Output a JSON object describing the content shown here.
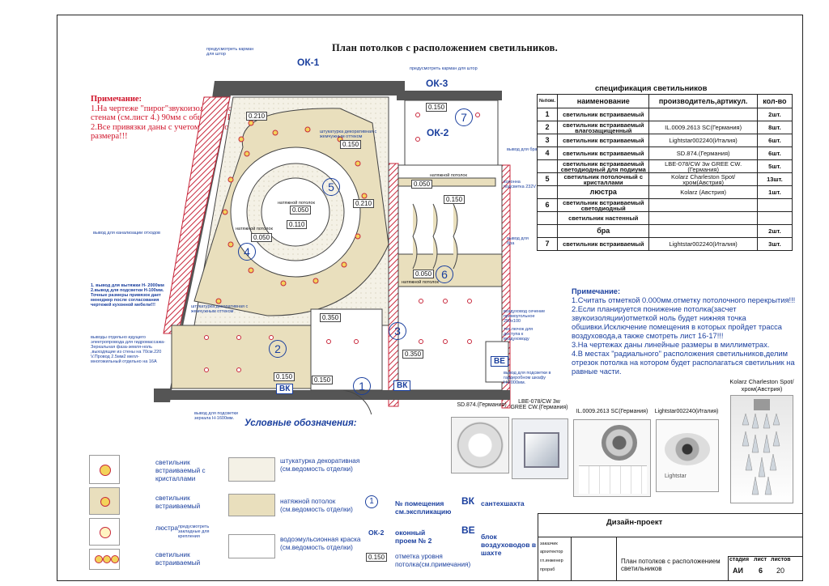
{
  "title": "План потолков с расположением светильников.",
  "note_red": {
    "heading": "Примечание:",
    "lines": [
      "1.На чертеже \"пирог\"звукоизоляции по стенам (см.лист 4.) 90мм с обшивкой ГКЛ!!!",
      "2.Все привязки даны с учетом именно этого размера!!!"
    ]
  },
  "plan": {
    "ok1": "ОК-1",
    "ok2": "ОК-2",
    "ok3": "ОК-3",
    "bk": "ВК",
    "ve": "ВЕ",
    "rooms": [
      "1",
      "2",
      "3",
      "4",
      "5",
      "6",
      "7"
    ],
    "meas": [
      "0.210",
      "0.150",
      "0.050",
      "0.110",
      "0.210",
      "0.050",
      "0.150",
      "0.050",
      "0.350",
      "0.350",
      "0.150",
      "0.150",
      "0.150",
      "0.050"
    ],
    "ann_curtain1": "предусмотреть карман для штор",
    "ann_curtain3": "предусмотреть карман для штор",
    "ann_plaster1": "штукатурка декоративная с жемчужным оттеком",
    "ann_plaster2": "штукатурка декоративная с жемчужным оттеком",
    "ann_stretch": "натяжной потолок",
    "ann_stretch2": "натяжной потолок",
    "ann_stretch3": "натяжной потолок",
    "ann_stretch4": "натяжной потолок",
    "ann_bra1": "вывод для бра",
    "ann_bra2": "вывод для бра",
    "ann_drains": "вывод для канализации отходов",
    "ann_220": "колонна подсветка 232V",
    "ann_vent": "воздуховод сечение прямоугольное 250х100",
    "ann_hatch": "тех.лючок для доступа к воздуховоду",
    "ann_wardrobe": "вывод для подсветки в гардеробном шкафу Н-2000мм.",
    "ann_mirror": "вывод для подсветки зеркала Н-1600мм.",
    "ann_blue1": "1. вывод для вытяжки Н- 2000мм 2.вывод для подсветки Н-100мм. Точные размеры привязок дает менеджер после согласования чертежей кухонной мебели!!!",
    "ann_left": "выводы отдельно идущего электропровода для гидромассажа-Зеркальная фаза-земля-ноль ,выходящие из стены на 70см.220 V.Провод 2.5мм2 мелл-многожильный отдельно на 16A"
  },
  "spec": {
    "title": "спецификация светильников",
    "headers": [
      "№пом.",
      "наименование",
      "производитель,артикул.",
      "кол-во"
    ],
    "rows": [
      [
        "1",
        "светильник встраиваемый",
        "",
        "2шт."
      ],
      [
        "2",
        "светильник встраиваемый влагозащищенный",
        "IL.0009.2613 SC(Германия)",
        "8шт."
      ],
      [
        "3",
        "светильник встраиваемый",
        "Lightstar002240(Италия)",
        "6шт."
      ],
      [
        "4",
        "светильник встраиваемый",
        "SD.874.(Германия)",
        "6шт."
      ],
      [
        "",
        "светильник встраиваемый светодиодный для подиума",
        "LBE-078/CW 3w GREE CW.(Германия)",
        "5шт."
      ],
      [
        "5",
        "светильник потолочный с кристаллами",
        "Kolarz Charleston Spot/хром(Австрия)",
        "13шт."
      ],
      [
        "",
        "люстра",
        "Kolarz (Австрия)",
        "1шт."
      ],
      [
        "6",
        "светильник встраиваемый светодиодный",
        "",
        ""
      ],
      [
        "",
        "светильник настенный",
        "",
        ""
      ],
      [
        "",
        "бра",
        "",
        "2шт."
      ],
      [
        "7",
        "светильник встраиваемый",
        "Lightstar002240(Италия)",
        "3шт."
      ]
    ]
  },
  "note_blue": {
    "heading": "Примечание:",
    "lines": [
      "1.Считать отметкой 0.000мм.отметку потолочного перекрытия!!!",
      "2.Если планируется понижение потолка(засчет звукоизоляции)отметкой ноль будет нижняя точка обшивки.Исключение помещения в которых пройдет трасса воздуховода,а также смотреть лист 16-17!!!",
      "3.На чертежах даны линейные размеры в миллиметрах.",
      "4.В местах \"радиального\" расположения светильников,делим отрезок потолка на котором будет располагаться светильник на равные части."
    ]
  },
  "photos": {
    "sd874": "SD.874.(Германия)",
    "lbe": "LBE-078/CW 3w GREE CW.(Германия)",
    "il": "IL.0009.2613 SC(Германия)",
    "ls": "Lightstar002240(Италия)",
    "kolarz": "Kolarz Charleston Spot/хром(Австрия)",
    "ls_logo": "Lightstar"
  },
  "legend": {
    "title": "Условные обозначения:",
    "l1": "светильник встраиваемый с кристаллами",
    "l2": "светильник встраиваемый",
    "l3a": "люстра",
    "l3b": "предусмотреть закладные для крепления",
    "l4": "светильник встраиваемый",
    "m1": "штукатурка декоративная (см.ведомость отделки)",
    "m2": "натяжной потолок (см.ведомость отделки)",
    "m3": "водоэмульсионная краска (см.ведомость отделки)",
    "n1sym": "1",
    "n1": "№ помещения см.экспликацию",
    "n2sym": "ОК-2",
    "n2": "оконный проем № 2",
    "n3sym": "0.150",
    "n3": "отметка уровня потолка(см.примечания)",
    "bk": "ВК",
    "bk_t": "сантехшахта",
    "ve": "ВЕ",
    "ve_t": "блок воздуховодов в шахте"
  },
  "stamp": {
    "project": "Дизайн-проект",
    "roles": [
      "заказчик",
      "архитектор",
      "гл.инженер",
      "прораб"
    ],
    "sheet_title": "План потолков с расположением светильников",
    "stage_h": "стадия",
    "sheet_h": "лист",
    "sheets_h": "листов",
    "stage": "АИ",
    "sheet": "6",
    "sheets": "20"
  },
  "colors": {
    "wall_hatch": "#c8283c",
    "stretch": "#e9dfbd",
    "plaster": "#f4f1e6",
    "blue": "#1a3f9e",
    "red": "#d0142a"
  }
}
